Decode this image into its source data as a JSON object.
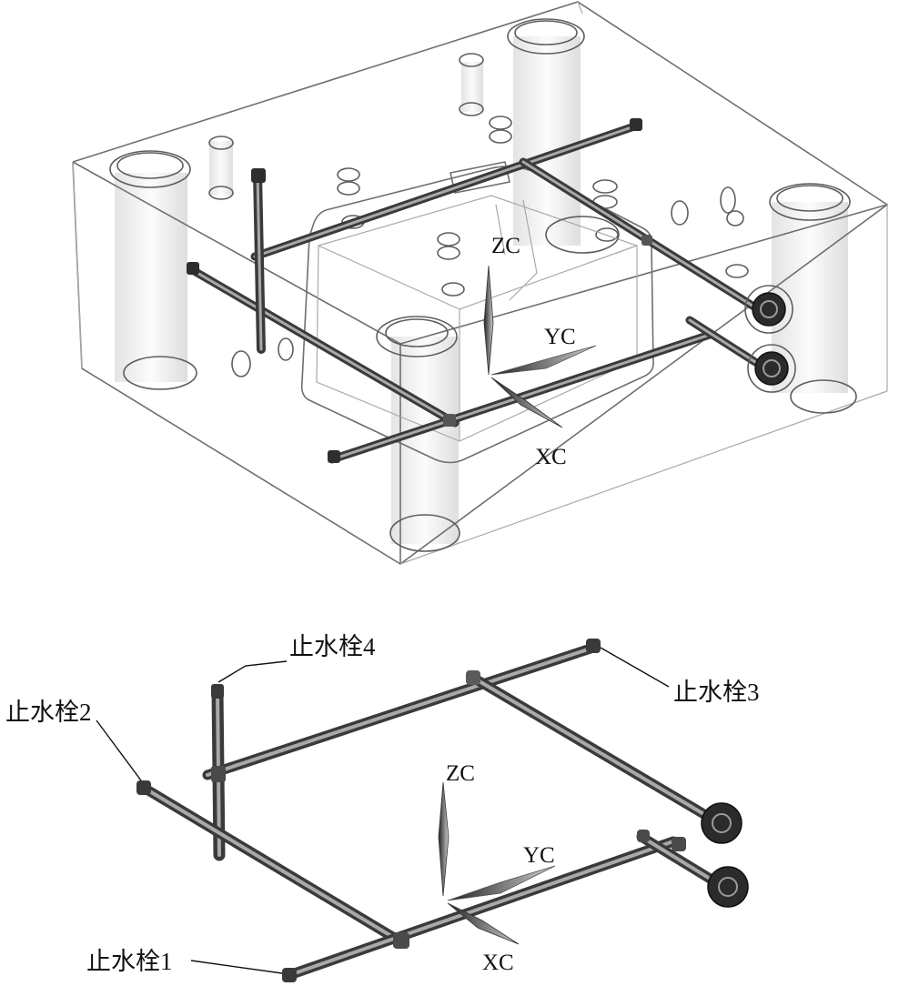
{
  "top_view": {
    "axes": {
      "zc": "ZC",
      "yc": "YC",
      "xc": "XC"
    }
  },
  "bottom_view": {
    "axes": {
      "zc": "ZC",
      "yc": "YC",
      "xc": "XC"
    },
    "callouts": {
      "plug1": "止水栓1",
      "plug2": "止水栓2",
      "plug3": "止水栓3",
      "plug4": "止水栓4"
    }
  },
  "colors": {
    "pipe": "#3a3a3a",
    "edges": "#6f6f6f",
    "background": "#ffffff"
  }
}
